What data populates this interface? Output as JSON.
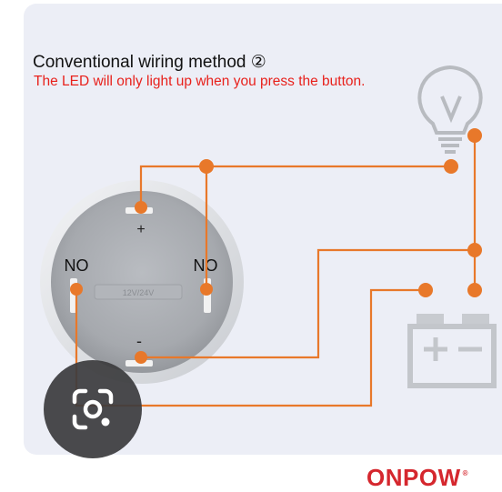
{
  "diagram": {
    "title": "Conventional wiring method ②",
    "subtitle": "The LED will only light up when you press the button.",
    "terminals": {
      "plus": "+",
      "minus": "-",
      "no_left": "NO",
      "no_right": "NO"
    },
    "switch_face_text": "12V/24V",
    "battery_symbols": "+ −"
  },
  "lens_button": {
    "icon": "google-lens-icon"
  },
  "brand": {
    "name": "ONPOW",
    "registered": "®"
  },
  "colors": {
    "wire": "#e8782a",
    "title": "#111111",
    "subtitle": "#e8211c",
    "brand": "#d5272e",
    "background_card": "#eceef6"
  }
}
